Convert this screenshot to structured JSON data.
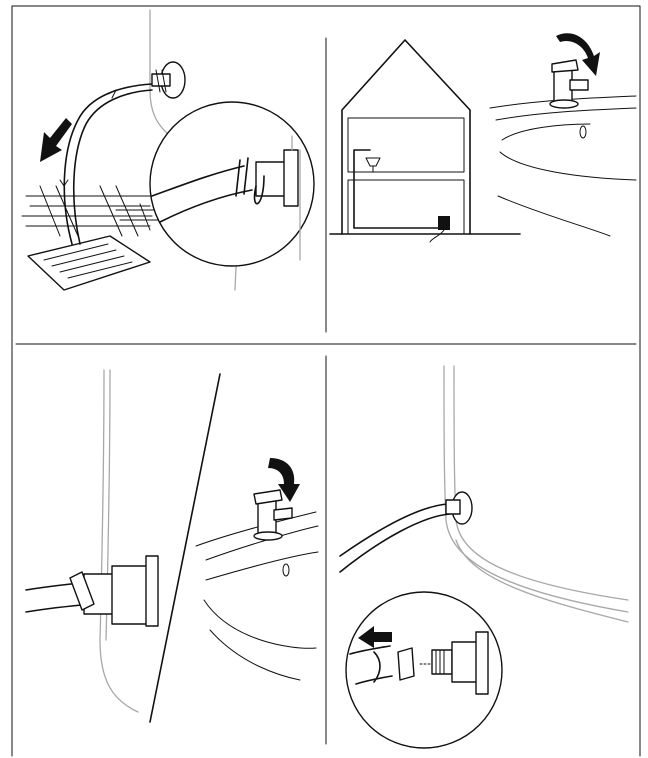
{
  "document": {
    "panels": [
      {
        "id": "drain-hose-to-floor-drain"
      },
      {
        "id": "house-water-supply"
      },
      {
        "id": "close-tap"
      },
      {
        "id": "disconnect-inlet-hose"
      }
    ]
  }
}
